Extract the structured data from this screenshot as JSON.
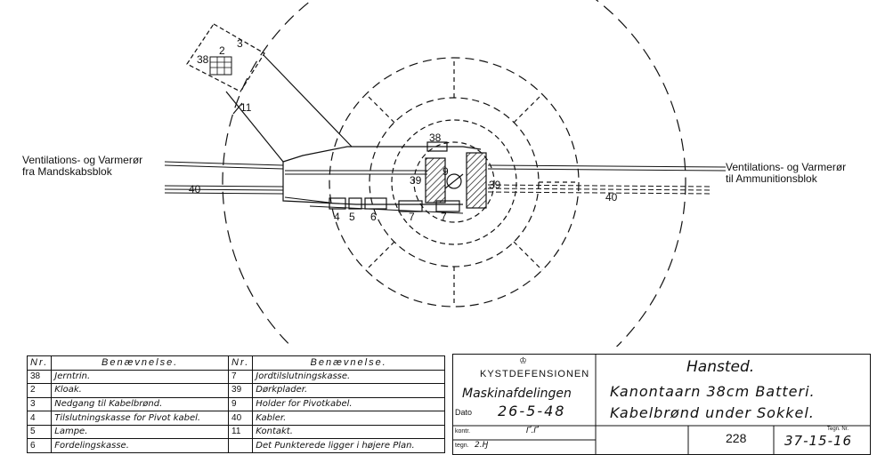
{
  "drawing": {
    "left_label_line1": "Ventilations- og Varmerør",
    "left_label_line2": "fra Mandskabsblok",
    "right_label_line1": "Ventilations- og Varmerør",
    "right_label_line2": "til Ammunitionsblok",
    "callouts": {
      "c3": "3",
      "c2": "2",
      "c38a": "38",
      "c11": "11",
      "c38b": "38",
      "c39a": "39",
      "c9": "9",
      "c39b": "39",
      "c40a": "40",
      "c40b": "40",
      "c4": "4",
      "c5": "5",
      "c6": "6",
      "c7a": "7",
      "c7b": "7"
    }
  },
  "legend": {
    "col_no": "Nr.",
    "col_name": "Benævnelse.",
    "rows": [
      {
        "n1": "38",
        "d1": "Jerntrin.",
        "n2": "7",
        "d2": "Jordtilslutningskasse."
      },
      {
        "n1": "2",
        "d1": "Kloak.",
        "n2": "39",
        "d2": "Dørkplader."
      },
      {
        "n1": "3",
        "d1": "Nedgang til Kabelbrønd.",
        "n2": "9",
        "d2": "Holder for Pivotkabel."
      },
      {
        "n1": "4",
        "d1": "Tilslutningskasse for Pivot kabel.",
        "n2": "40",
        "d2": "Kabler."
      },
      {
        "n1": "5",
        "d1": "Lampe.",
        "n2": "11",
        "d2": "Kontakt."
      },
      {
        "n1": "6",
        "d1": "Fordelingskasse.",
        "n2": "",
        "d2": "Det Punkterede ligger i højere Plan."
      }
    ]
  },
  "titleblock": {
    "org": "KYSTDEFENSIONEN",
    "department": "Maskinafdelingen",
    "dato_label": "Dato",
    "date": "26-5-48",
    "kontr_label": "kontr.",
    "kontr_value": "Ґ.Ґ",
    "tegn_label": "tegn.",
    "tegn_value": "2.Ӈ",
    "place": "Hansted.",
    "title_line1": "Kanontaarn 38cm Batteri.",
    "title_line2": "Kabelbrønd under Sokkel.",
    "sheet": "228",
    "tegn_nr_label": "Tegn. Nr.",
    "drawing_no": "37-15-16"
  }
}
